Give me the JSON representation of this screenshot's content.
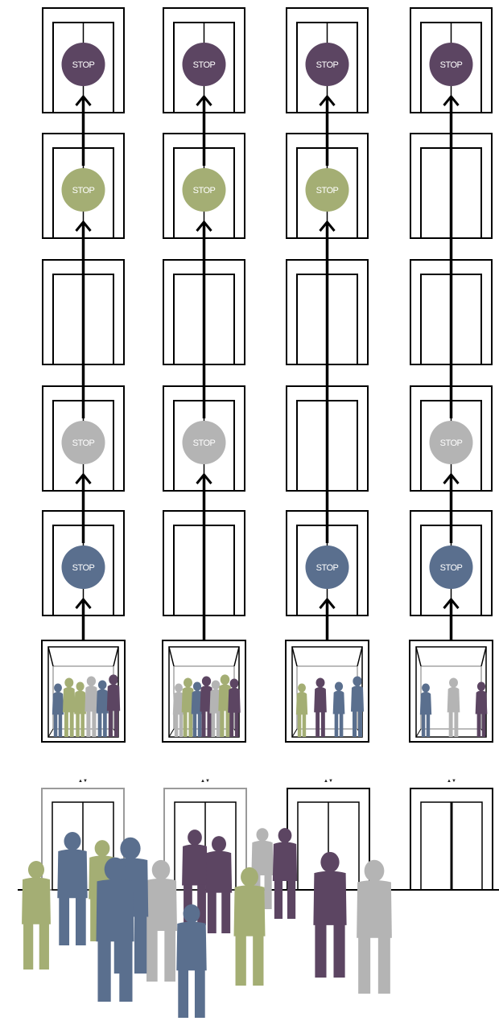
{
  "stop_label": "STOP",
  "floor_indicator": "▲▼",
  "colors": {
    "line": "#000000",
    "purple": "#5c4562",
    "green": "#a4ae74",
    "gray": "#b4b4b4",
    "blue": "#5a6f8e",
    "lobby_frame_light": "#9a9a9a"
  },
  "legend_note": "",
  "shafts": [
    {
      "name": "elevator-1",
      "stops": [
        "purple",
        "green",
        null,
        "gray",
        "blue"
      ]
    },
    {
      "name": "elevator-2",
      "stops": [
        "purple",
        "green",
        null,
        "gray",
        null
      ]
    },
    {
      "name": "elevator-3",
      "stops": [
        "purple",
        "green",
        null,
        null,
        "blue"
      ]
    },
    {
      "name": "elevator-4",
      "stops": [
        "purple",
        null,
        null,
        "gray",
        "blue"
      ]
    }
  ],
  "cab_passengers": [
    [
      "blue",
      "green",
      "green",
      "gray",
      "blue",
      "purple"
    ],
    [
      "gray",
      "green",
      "blue",
      "purple",
      "gray",
      "green",
      "purple"
    ],
    [
      "green",
      "purple",
      "blue",
      "blue"
    ],
    [
      "blue",
      "gray",
      "purple"
    ]
  ],
  "lobby_doors": [
    {
      "name": "lobby-door-1",
      "frame": "light"
    },
    {
      "name": "lobby-door-2",
      "frame": "light"
    },
    {
      "name": "lobby-door-3",
      "frame": "dark"
    },
    {
      "name": "lobby-door-4",
      "frame": "dark"
    }
  ]
}
